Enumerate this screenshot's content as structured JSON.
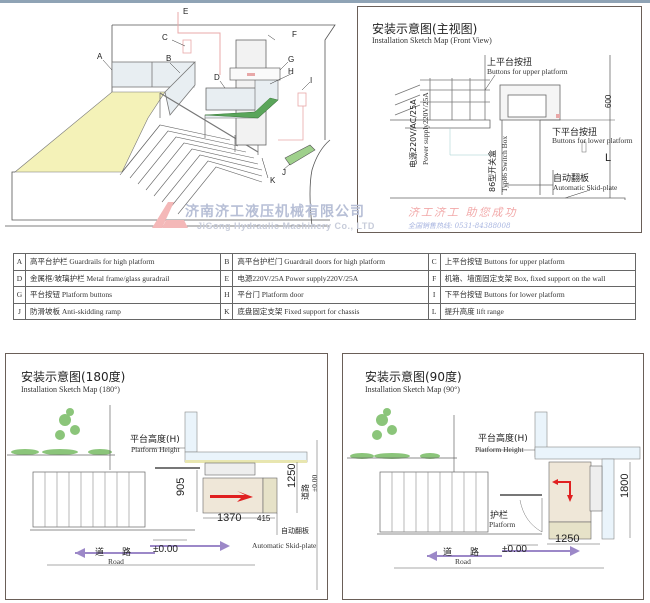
{
  "iso_view": {
    "labels": [
      "A",
      "B",
      "C",
      "D",
      "E",
      "F",
      "G",
      "H",
      "I",
      "J",
      "K"
    ]
  },
  "front_view": {
    "title_cn": "安装示意图(主视图)",
    "title_en": "Installation Sketch Map (Front View)",
    "upper_buttons_cn": "上平台按扭",
    "upper_buttons_en": "Buttons for upper platform",
    "lower_buttons_cn": "下平台按扭",
    "lower_buttons_en": "Buttons for lower platform",
    "skid_cn": "自动翻板",
    "skid_en": "Automatic Skid-plate",
    "power_cn": "电源220V/AC/25A",
    "power_en": "Power supply220V/25A",
    "switch_cn": "86型开关盒",
    "switch_en": "Typ86 Switch Box",
    "dim_600": "600",
    "dim_L": "L"
  },
  "watermark": {
    "company_cn": "济南济工液压机械有限公司",
    "company_en": "JiGong Hydraulic Machinery Co., LTD",
    "slogan_cn": "济工济工 助您成功",
    "hotline": "全国销售热线: 0531-84388008"
  },
  "legend": {
    "rows": [
      [
        {
          "key": "A",
          "cn": "高平台护栏",
          "en": "Guardrails for high platform"
        },
        {
          "key": "B",
          "cn": "高平台护栏门",
          "en": "Guardrail doors for high platform"
        },
        {
          "key": "C",
          "cn": "上平台按钮",
          "en": "Buttons for upper platform"
        }
      ],
      [
        {
          "key": "D",
          "cn": "金属框/玻璃护栏",
          "en": "Metal frame/glass guradrail"
        },
        {
          "key": "E",
          "cn": "电源220V/25A",
          "en": "Power supply220V/25A"
        },
        {
          "key": "F",
          "cn": "机箱、墙面固定支架",
          "en": "Box, fixed support on the wall"
        }
      ],
      [
        {
          "key": "G",
          "cn": "平台按钮",
          "en": "Platform buttons"
        },
        {
          "key": "H",
          "cn": "平台门",
          "en": "Platform door"
        },
        {
          "key": "I",
          "cn": "下平台按钮",
          "en": "Buttons for lower platform"
        }
      ],
      [
        {
          "key": "J",
          "cn": "防滑坡板",
          "en": "Anti-skidding ramp"
        },
        {
          "key": "K",
          "cn": "底盘固定支架",
          "en": "Fixed support for chassis"
        },
        {
          "key": "L",
          "cn": "提升高度",
          "en": "lift range"
        }
      ]
    ]
  },
  "map180": {
    "title_cn": "安装示意图(180度)",
    "title_en": "Installation Sketch Map (180°)",
    "platform_height_cn": "平台高度(H)",
    "platform_height_en": "Platform Height",
    "dim_905": "905",
    "dim_1370": "1370",
    "dim_415": "415",
    "dim_1250": "1250",
    "road_cn": "道　　路",
    "road_en": "Road",
    "zero": "±0.00",
    "side_road_cn": "道路",
    "side_zero": "±0.00",
    "skid_cn": "自动翻板",
    "skid_en": "Automatic Skid-plate"
  },
  "map90": {
    "title_cn": "安装示意图(90度)",
    "title_en": "Installation Sketch Map (90°)",
    "platform_height_cn": "平台高度(H)",
    "platform_height_en": "Platform Height",
    "guard_cn": "护栏",
    "guard_en": "Platform",
    "dim_1250": "1250",
    "dim_1800": "1800",
    "road_cn": "道　　路",
    "road_en": "Road",
    "zero": "±0.00"
  },
  "colors": {
    "topbar": "#8fa3b5",
    "panel_border": "#6a5f58",
    "ramp_green": "#5aa55a",
    "power_line": "#e8a8a8",
    "arrow_red": "#e02020",
    "road_arrow": "#9c88c8"
  }
}
